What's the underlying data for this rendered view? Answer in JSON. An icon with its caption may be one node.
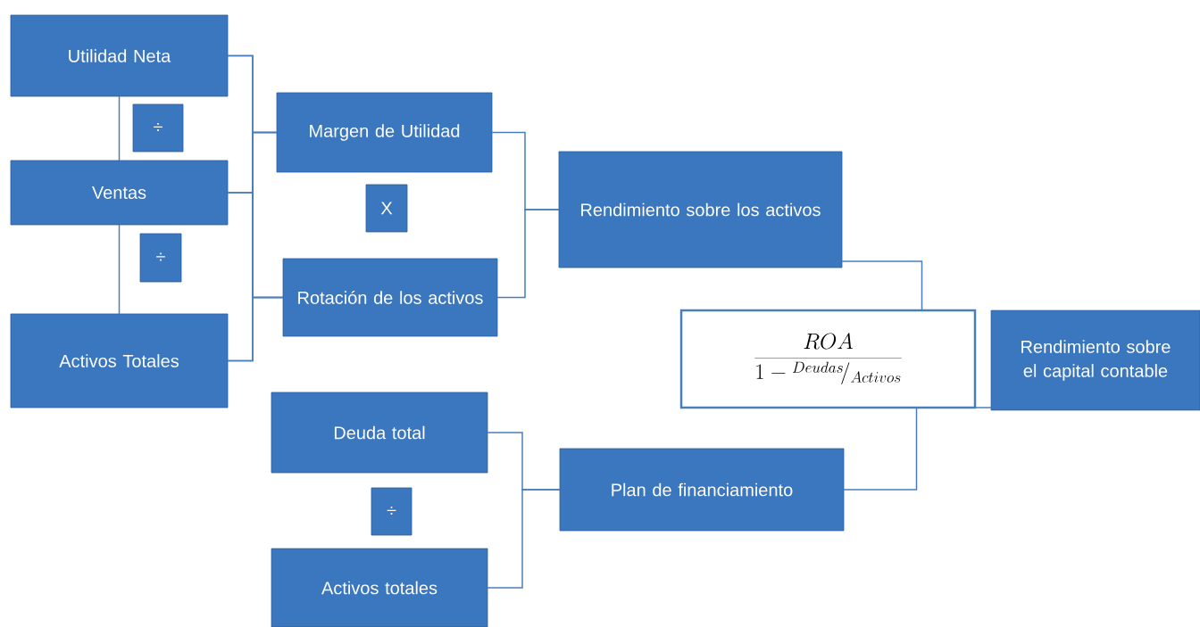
{
  "diagram": {
    "nodes": [
      {
        "text": [
          "Utilidad Neta"
        ]
      },
      {
        "text": [
          "÷"
        ]
      },
      {
        "text": [
          "Ventas"
        ]
      },
      {
        "text": [
          "÷"
        ]
      },
      {
        "text": [
          "Activos Totales"
        ]
      },
      {
        "text": [
          "Margen de Utilidad"
        ]
      },
      {
        "text": [
          "X"
        ]
      },
      {
        "text": [
          "Rotación de los activos"
        ]
      },
      {
        "text": [
          "Rendimiento sobre los activos"
        ]
      },
      {
        "text": [
          "\\frac{ROA}{1-{}^{Deudas}\\!/_{Activos}}"
        ]
      },
      {
        "text": [
          "Rendimiento sobre el capital contable"
        ]
      },
      {
        "text": [
          "Deuda total"
        ]
      },
      {
        "text": [
          "÷"
        ]
      },
      {
        "text": [
          "Plan de financiamiento"
        ]
      },
      {
        "text": [
          "Activos totales"
        ]
      }
    ],
    "edges": [
      {
        "from": 0,
        "to": 2,
        "arrow": "none"
      },
      {
        "from": 2,
        "to": 4,
        "arrow": "none"
      },
      {
        "from": 0,
        "to": 5,
        "arrow": "none"
      },
      {
        "from": 0,
        "to": 7,
        "arrow": "none"
      },
      {
        "from": 2,
        "to": 5,
        "arrow": "none"
      },
      {
        "from": 2,
        "to": 7,
        "arrow": "none"
      },
      {
        "from": 4,
        "to": 5,
        "arrow": "none"
      },
      {
        "from": 4,
        "to": 7,
        "arrow": "none"
      },
      {
        "from": 5,
        "to": 8,
        "arrow": "none"
      },
      {
        "from": 7,
        "to": 8,
        "arrow": "none"
      },
      {
        "from": 8,
        "to": 9,
        "arrow": "none"
      },
      {
        "from": 11,
        "to": 13,
        "arrow": "none"
      },
      {
        "from": 14,
        "to": 13,
        "arrow": "none"
      },
      {
        "from": 13,
        "to": 9,
        "arrow": "none"
      },
      {
        "from": 9,
        "to": 10,
        "arrow": "none"
      }
    ]
  }
}
